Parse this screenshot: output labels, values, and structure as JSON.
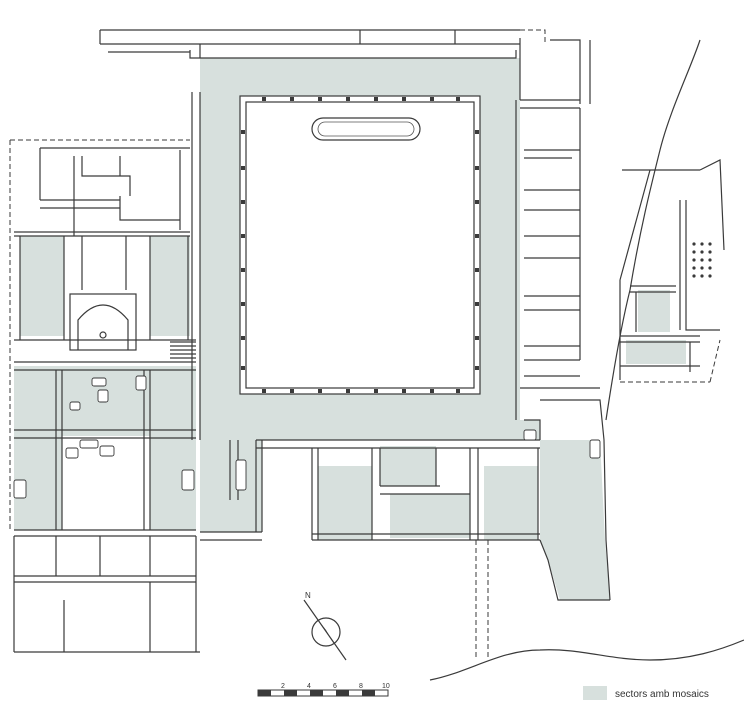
{
  "legend": {
    "mosaic_label": "sectors amb mosaics",
    "mosaic_color": "#d7e0dd"
  },
  "scale_bar": {
    "ticks": [
      "2",
      "4",
      "6",
      "8",
      "10"
    ]
  },
  "north_arrow": {
    "label": "N"
  },
  "colors": {
    "wall_stroke": "#3a3a3a",
    "background": "#ffffff"
  }
}
